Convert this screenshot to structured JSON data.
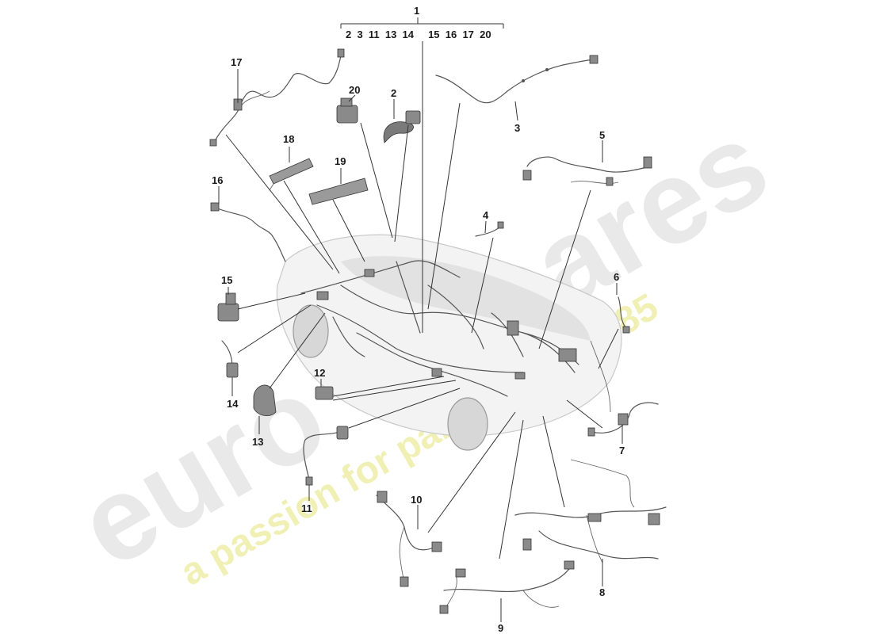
{
  "watermark": {
    "brand_main": "euro",
    "brand_tail": "spares",
    "tagline": "a passion for parts since 1985",
    "brand_color": "#e6e6e6",
    "tagline_color": "#f2f2b0"
  },
  "main_callout": {
    "label": "1",
    "included_parts": "2  3  11  13  14     15  16  17  20"
  },
  "callouts": [
    "2",
    "3",
    "4",
    "5",
    "6",
    "7",
    "8",
    "9",
    "10",
    "11",
    "12",
    "13",
    "14",
    "15",
    "16",
    "17",
    "18",
    "19",
    "20"
  ],
  "colors": {
    "line": "#333333",
    "car_body": "#f3f3f3",
    "component": "#8a8a8a"
  }
}
